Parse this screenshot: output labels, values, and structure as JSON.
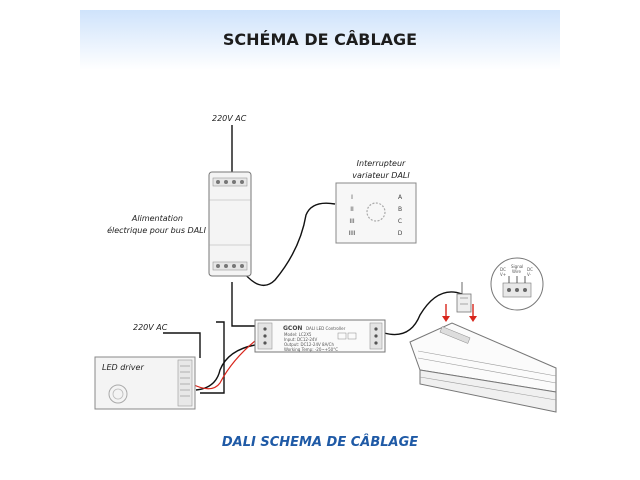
{
  "header": {
    "title": "SCHÉMA DE CÂBLAGE"
  },
  "labels": {
    "ac_top": "220V AC",
    "ac_mid": "220V AC",
    "switch_line1": "Interrupteur",
    "switch_line2": "variateur DALI",
    "psu_line1": "Alimentation",
    "psu_line2": "électrique pour bus DALI",
    "led_driver": "LED driver",
    "connector_dc_plus": "DC",
    "connector_dc_plus_sub": "V+",
    "connector_signal": "Signal",
    "connector_signal_sub": "Wire",
    "connector_dc_minus": "DC",
    "connector_dc_minus_sub": "V-"
  },
  "controller": {
    "brand": "GCON",
    "model_text": "DALI LED Controller",
    "spec_lines": [
      "Model: LC2X5",
      "Input: DC12-24V",
      "Output: DC12-24V 8A/Ch",
      "Working Temp: -20~+50°C"
    ]
  },
  "switch_letters": [
    "I",
    "A",
    "II",
    "B",
    "III",
    "C",
    "IIII",
    "D"
  ],
  "footer": {
    "title": "DALI SCHEMA DE CÂBLAGE"
  },
  "colors": {
    "footer_text": "#1f5aa6",
    "banner_top": "#cfe3fb",
    "wire": "#111111",
    "red_wire": "#d8261c"
  }
}
